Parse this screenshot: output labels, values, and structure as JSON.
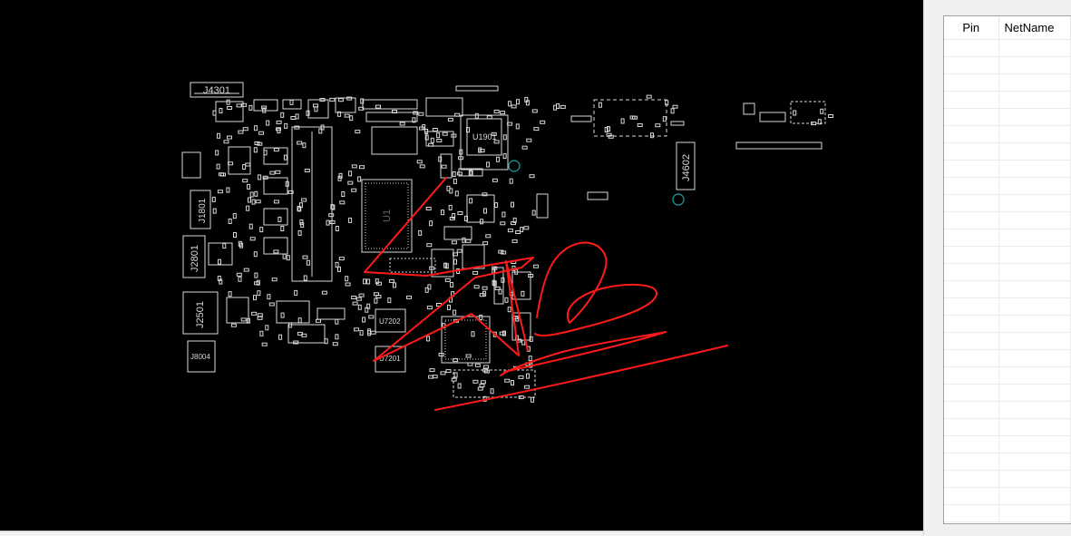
{
  "window": {
    "accent_annotation_color": "#ff1a1a",
    "board_background": "#000000",
    "silkscreen_color": "#d8d8d8",
    "marker_color": "#1fa3a3"
  },
  "board": {
    "component_labels": [
      "J4301",
      "U1901",
      "J4602",
      "U1",
      "J1801",
      "J2801",
      "J2501",
      "J8004",
      "U7202",
      "U7201"
    ]
  },
  "pin_panel": {
    "columns": [
      "Pin",
      "NetName"
    ],
    "rows": []
  }
}
